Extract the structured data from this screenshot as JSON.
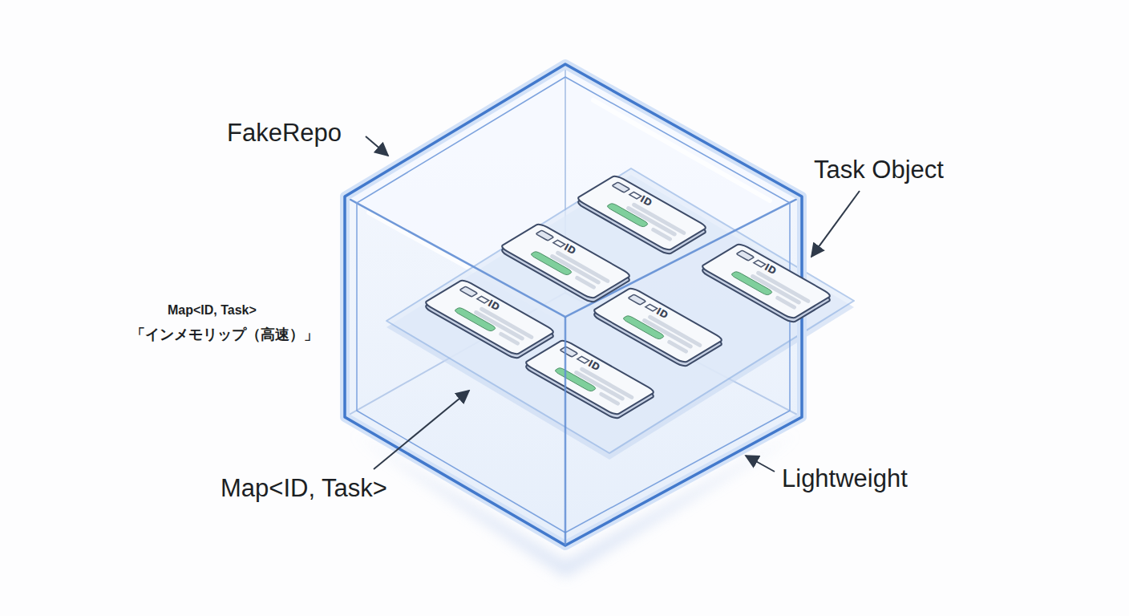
{
  "diagram": {
    "nodes": [
      {
        "text": [
          "ID"
        ]
      },
      {
        "text": [
          "ID"
        ]
      },
      {
        "text": [
          "ID"
        ]
      },
      {
        "text": [
          "ID"
        ]
      },
      {
        "text": [
          "ID"
        ]
      },
      {
        "text": [
          "ID"
        ]
      }
    ],
    "labels": [
      "FakeRepo",
      "Task Object",
      "Map<ID, Task>",
      "「インメモリップ（高速）」",
      "Map<ID, Task>",
      "Lightweight"
    ]
  }
}
